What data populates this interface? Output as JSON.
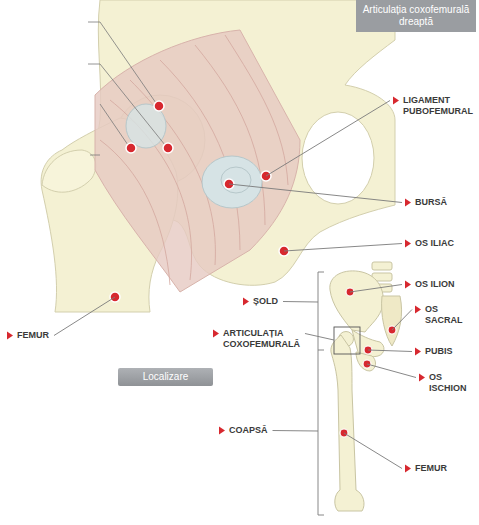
{
  "diagram": {
    "nodes": [
      {
        "text": [
          "Articulația coxofemurală dreaptă"
        ]
      },
      {
        "text": [
          "Localizare"
        ]
      }
    ],
    "labels": [
      "LIGAMENT PUBOFEMURAL",
      "BURSĂ",
      "OS ILIAC",
      "FEMUR",
      "OS ILION",
      "ȘOLD",
      "OS SACRAL",
      "ARTICULAȚIA COXOFEMURALĂ",
      "PUBIS",
      "OS ISCHION",
      "COAPSĂ",
      "FEMUR"
    ]
  }
}
